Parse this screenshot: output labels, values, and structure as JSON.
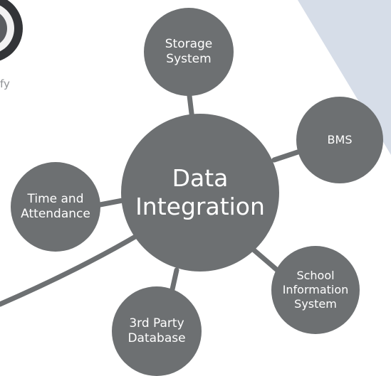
{
  "diagram": {
    "center": {
      "label": "Data\nIntegration"
    },
    "nodes": [
      {
        "id": "storage",
        "label": "Storage\nSystem"
      },
      {
        "id": "bms",
        "label": "BMS"
      },
      {
        "id": "school",
        "label": "School\nInformation\nSystem"
      },
      {
        "id": "thirdparty",
        "label": "3rd Party\nDatabase"
      },
      {
        "id": "time",
        "label": "Time and\nAttendance"
      }
    ],
    "fragment_text": "fy",
    "colors": {
      "node_fill": "#6d7072",
      "node_text": "#ffffff",
      "accent_triangle": "#d6dde8",
      "fragment_text": "#8f9295"
    }
  }
}
